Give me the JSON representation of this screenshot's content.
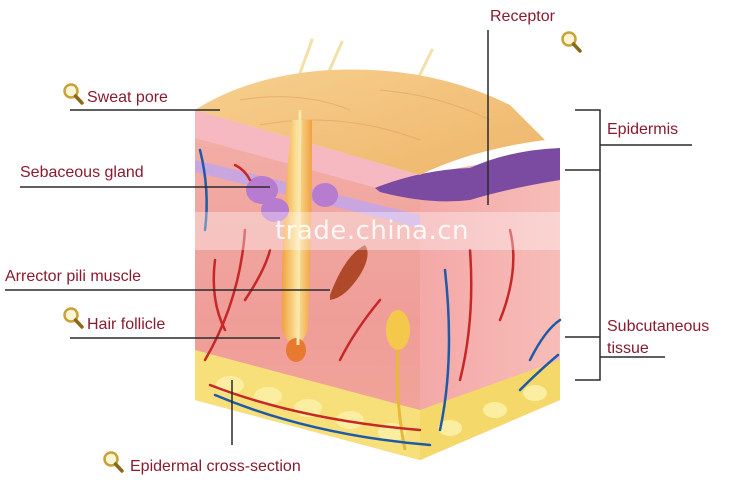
{
  "labels": {
    "receptor": "Receptor",
    "sweat_pore": "Sweat pore",
    "sebaceous_gland": "Sebaceous gland",
    "arrector_pili_muscle": "Arrector pili muscle",
    "hair_follicle": "Hair follicle",
    "epidermal_cross_section": "Epidermal cross-section",
    "epidermis": "Epidermis",
    "subcutaneous_tissue_line1": "Subcutaneous",
    "subcutaneous_tissue_line2": "tissue"
  },
  "watermark": "trade.china.cn",
  "icons": [
    "magnifier-icon"
  ],
  "colors": {
    "label_text": "#8a1b2e",
    "leader_line": "#2a2a2a",
    "surface": "#f2c27a",
    "dermis": "#ef9a9a",
    "epidermis_purple": "#7a4ba0",
    "fat": "#f7e07a",
    "vessel_red": "#c62828",
    "vessel_blue": "#1e5aa8"
  }
}
